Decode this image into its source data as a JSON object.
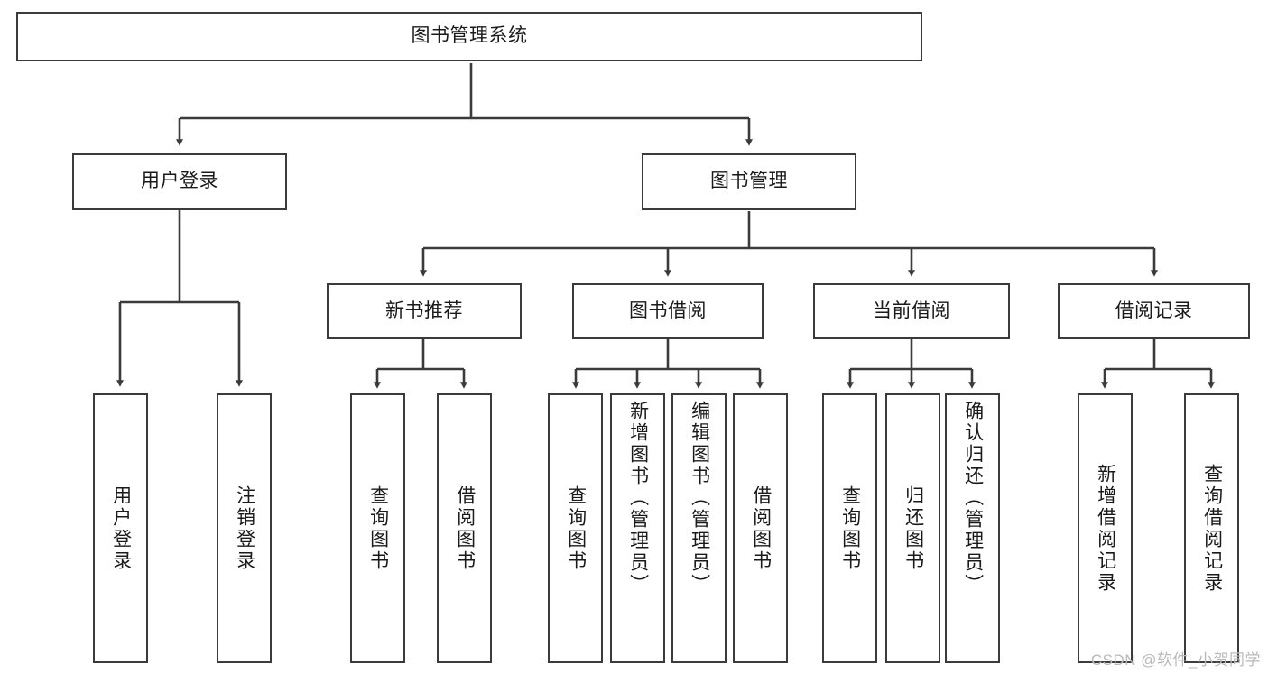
{
  "title": "图书管理系统",
  "watermark": "CSDN @软件_小贺同学",
  "colors": {
    "border": "#3b3b3b",
    "line": "#3b3b3b",
    "background": "#ffffff",
    "text": "#1a1a1a",
    "watermark": "#b9b9b9"
  },
  "chart_data": {
    "type": "tree",
    "title": "图书管理系统",
    "root": {
      "label": "图书管理系统",
      "children": [
        {
          "label": "用户登录",
          "children": [
            {
              "label": "用户登录"
            },
            {
              "label": "注销登录"
            }
          ]
        },
        {
          "label": "图书管理",
          "children": [
            {
              "label": "新书推荐",
              "children": [
                {
                  "label": "查询图书"
                },
                {
                  "label": "借阅图书"
                }
              ]
            },
            {
              "label": "图书借阅",
              "children": [
                {
                  "label": "查询图书"
                },
                {
                  "label": "新增图书（管理员）"
                },
                {
                  "label": "编辑图书（管理员）"
                },
                {
                  "label": "借阅图书"
                }
              ]
            },
            {
              "label": "当前借阅",
              "children": [
                {
                  "label": "查询图书"
                },
                {
                  "label": "归还图书"
                },
                {
                  "label": "确认归还（管理员）"
                }
              ]
            },
            {
              "label": "借阅记录",
              "children": [
                {
                  "label": "新增借阅记录"
                },
                {
                  "label": "查询借阅记录"
                }
              ]
            }
          ]
        }
      ]
    }
  },
  "nodes": {
    "root": "图书管理系统",
    "user_login": "用户登录",
    "book_mgmt": "图书管理",
    "new_book_rec": "新书推荐",
    "book_borrow": "图书借阅",
    "current_borrow": "当前借阅",
    "borrow_record": "借阅记录",
    "leaf_user_login": "用户登录",
    "leaf_user_logout": "注销登录",
    "leaf_rec_query": "查询图书",
    "leaf_rec_borrow": "借阅图书",
    "leaf_borrow_query": "查询图书",
    "leaf_borrow_add": "新增图书（管理员）",
    "leaf_borrow_edit": "编辑图书（管理员）",
    "leaf_borrow_do": "借阅图书",
    "leaf_cur_query": "查询图书",
    "leaf_cur_return": "归还图书",
    "leaf_cur_confirm": "确认归还（管理员）",
    "leaf_rechist_add": "新增借阅记录",
    "leaf_rechist_query": "查询借阅记录"
  }
}
